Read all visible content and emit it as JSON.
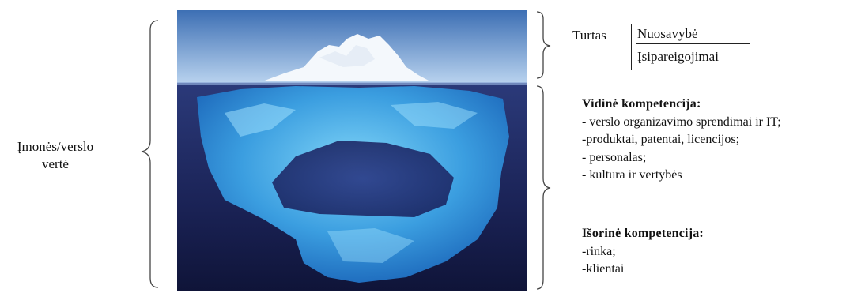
{
  "left_label": {
    "line1": "Įmonės/verslo",
    "line2": "vertė"
  },
  "top_right": {
    "turtas": "Turtas",
    "numerator": "Nuosavybė",
    "denominator": "Įsipareigojimai"
  },
  "vidine": {
    "title": "Vidinė kompetencija:",
    "items": [
      "- verslo organizavimo sprendimai ir IT;",
      "-produktai, patentai, licencijos;",
      "- personalas;",
      "- kultūra ir vertybės"
    ]
  },
  "isorine": {
    "title": "Išorinė kompetencija:",
    "items": [
      "-rinka;",
      "-klientai"
    ]
  },
  "colors": {
    "sky_top": "#3d6fb4",
    "sky_bottom": "#b8d2ee",
    "water_top": "#2b3a7a",
    "water_bottom": "#0f1438",
    "ice_light": "#7fd4f7",
    "ice_dark": "#1a64b8"
  }
}
